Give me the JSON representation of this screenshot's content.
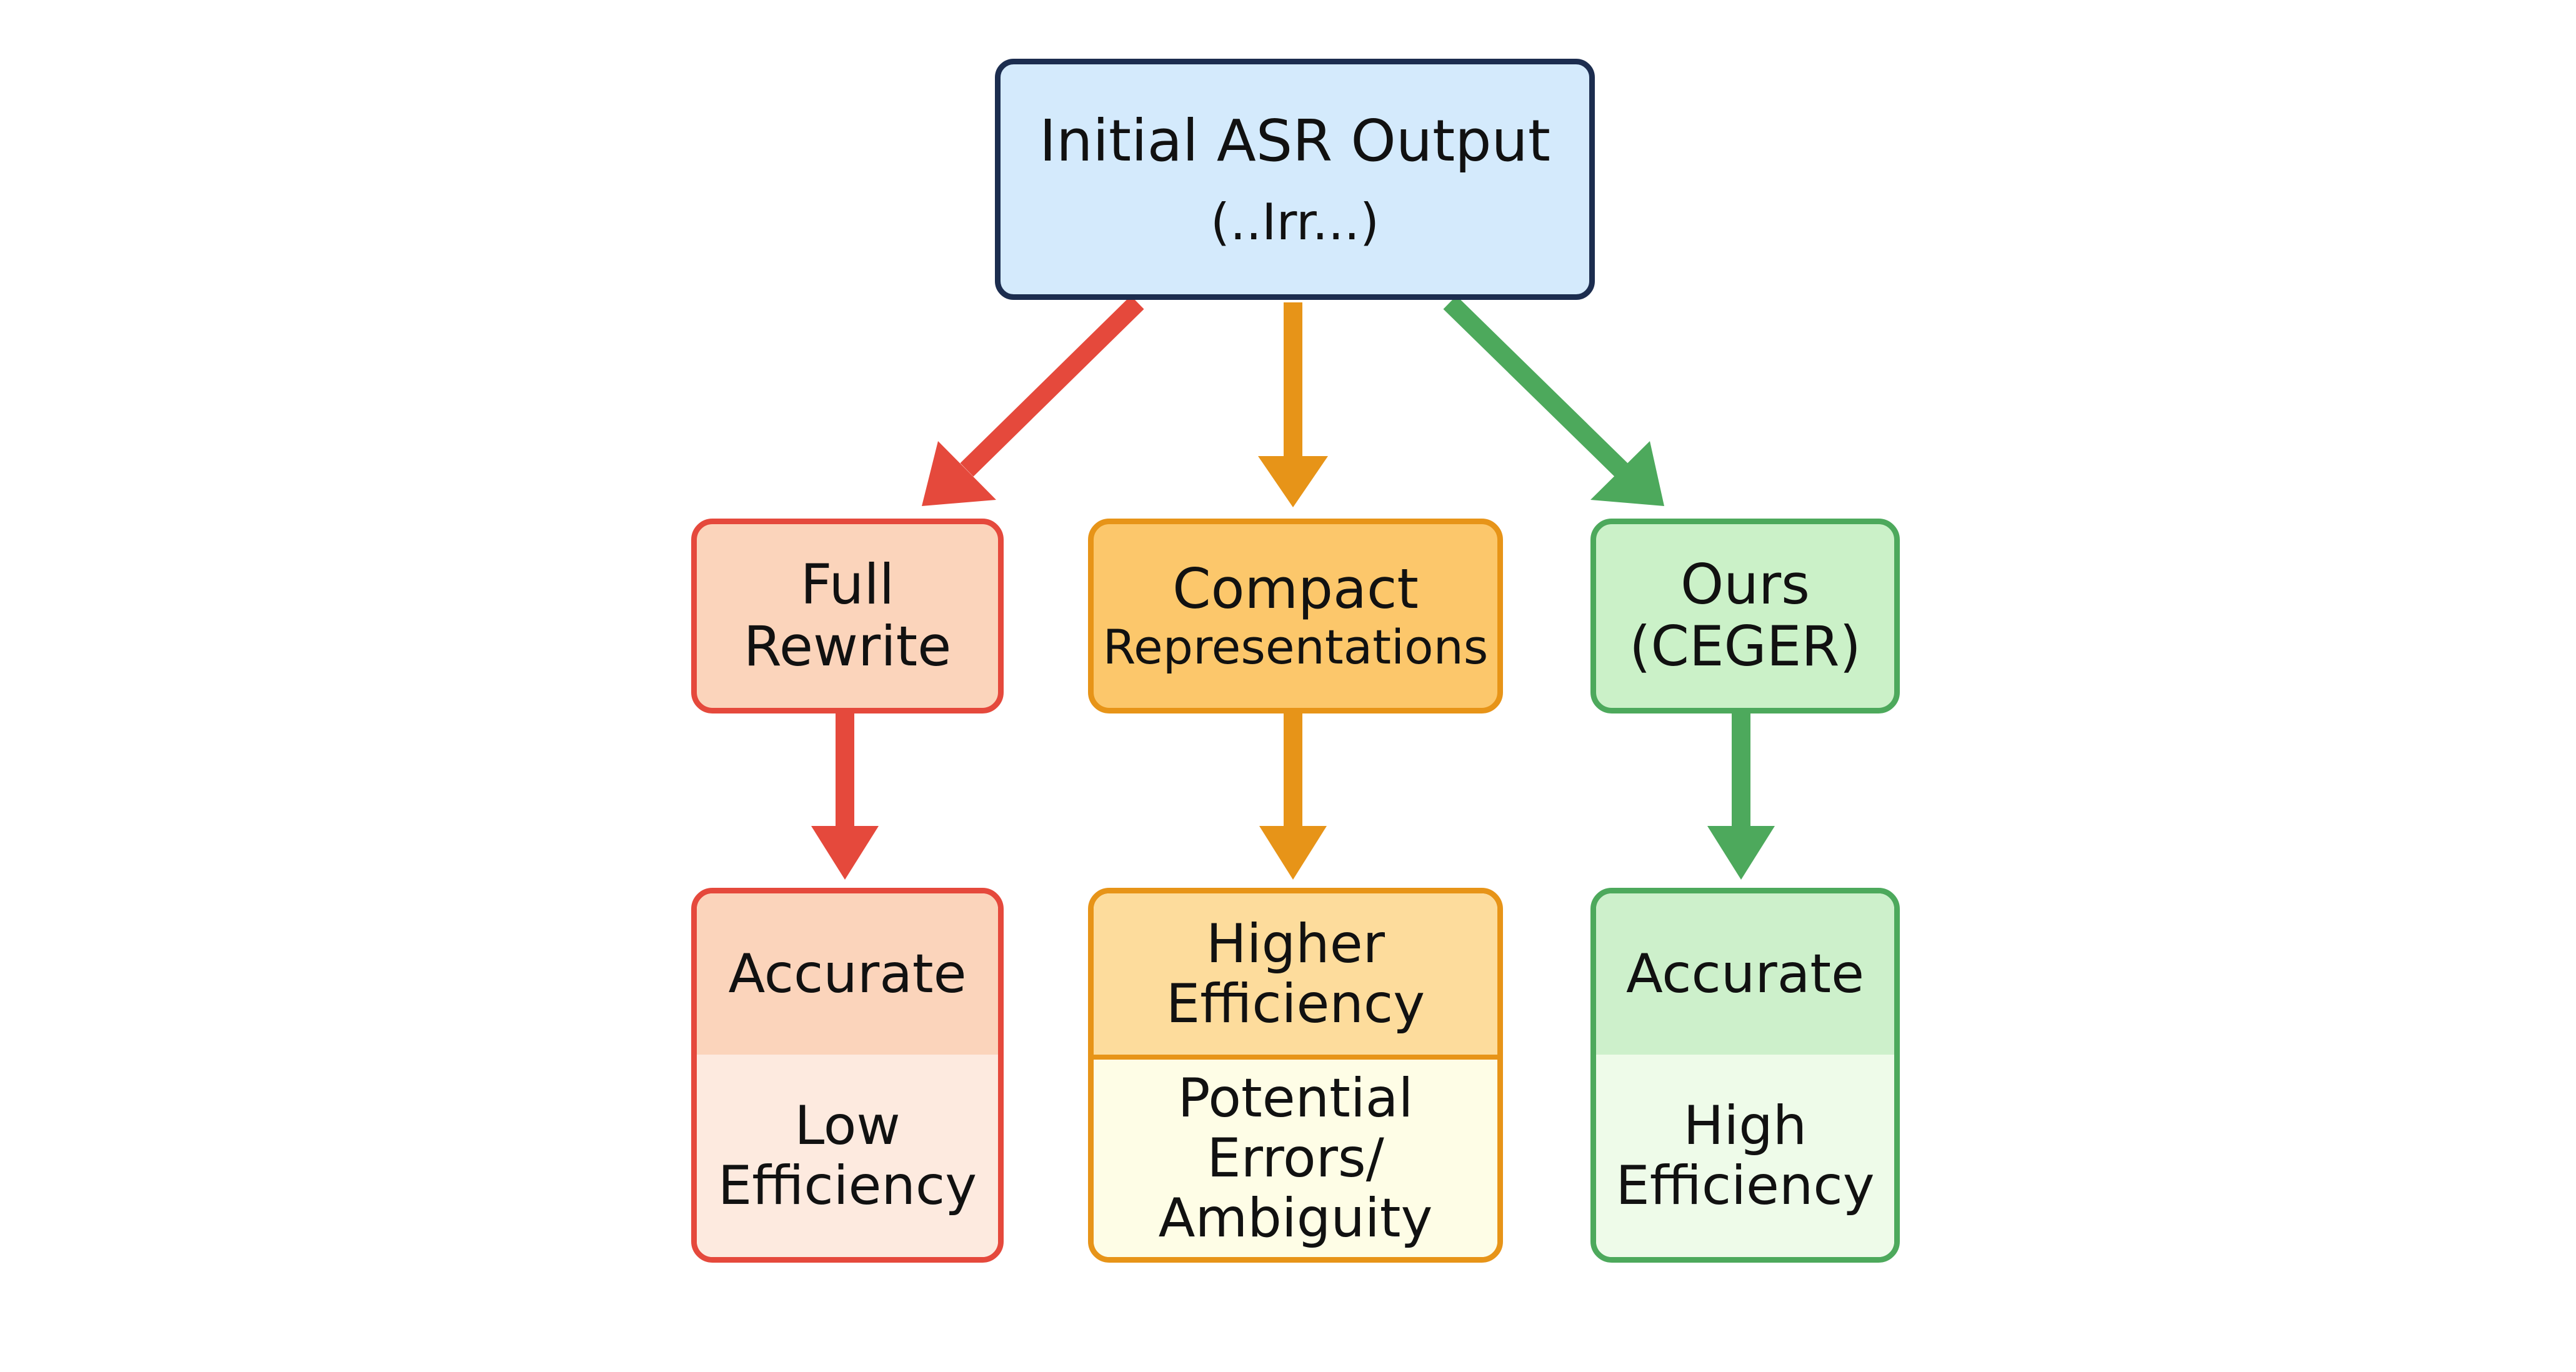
{
  "root": {
    "title": "Initial ASR Output",
    "subtitle": "(..Irr...)"
  },
  "methods": {
    "full_rewrite": {
      "line1": "Full",
      "line2": "Rewrite"
    },
    "compact": {
      "line1": "Compact",
      "line2": "Representations"
    },
    "ours": {
      "line1": "Ours",
      "line2": "(CEGER)"
    }
  },
  "outcomes": {
    "full_rewrite": {
      "top": "Accurate",
      "bottom_line1": "Low",
      "bottom_line2": "Efficiency"
    },
    "compact": {
      "top_line1": "Higher",
      "top_line2": "Efficiency",
      "bottom_line1": "Potential",
      "bottom_line2": "Errors/",
      "bottom_line3": "Ambiguity"
    },
    "ours": {
      "top": "Accurate",
      "bottom_line1": "High",
      "bottom_line2": "Efficiency"
    }
  },
  "colors": {
    "red": "#e5493c",
    "orange": "#e79418",
    "green": "#4da95c",
    "navy": "#1c2d4f"
  }
}
